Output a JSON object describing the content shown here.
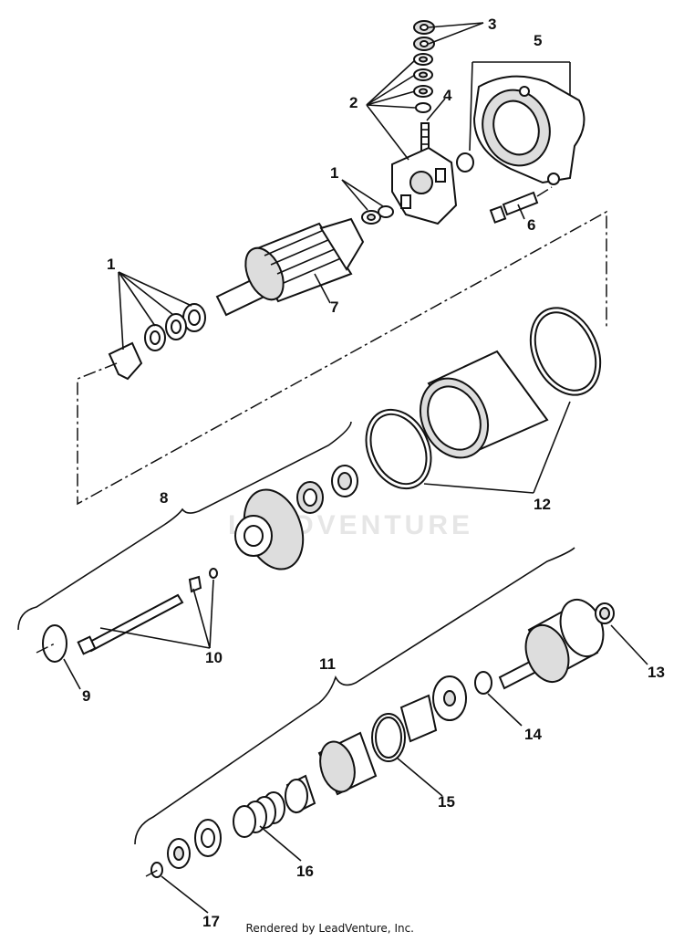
{
  "diagram": {
    "callouts": [
      {
        "id": "1",
        "text": "1"
      },
      {
        "id": "2",
        "text": "2"
      },
      {
        "id": "3",
        "text": "3"
      },
      {
        "id": "4",
        "text": "4"
      },
      {
        "id": "5",
        "text": "5"
      },
      {
        "id": "6",
        "text": "6"
      },
      {
        "id": "7",
        "text": "7"
      },
      {
        "id": "8",
        "text": "8"
      },
      {
        "id": "9",
        "text": "9"
      },
      {
        "id": "10",
        "text": "10"
      },
      {
        "id": "11",
        "text": "11"
      },
      {
        "id": "12",
        "text": "12"
      },
      {
        "id": "13",
        "text": "13"
      },
      {
        "id": "14",
        "text": "14"
      },
      {
        "id": "15",
        "text": "15"
      },
      {
        "id": "16",
        "text": "16"
      },
      {
        "id": "17",
        "text": "17"
      }
    ],
    "watermark": "LEADVENTURE",
    "credit": "Rendered by LeadVenture, Inc."
  }
}
